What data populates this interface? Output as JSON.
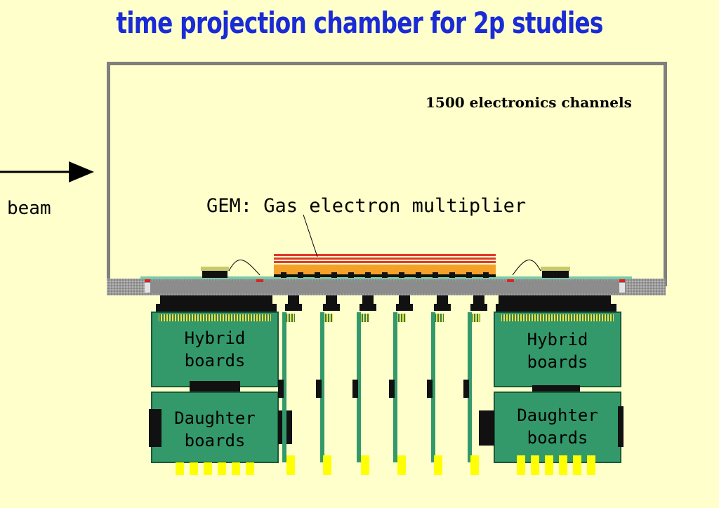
{
  "title": "time projection chamber for 2p studies",
  "chamber": {
    "channels_label": "1500 electronics channels",
    "gem_label": "GEM: Gas electron multiplier"
  },
  "beam": {
    "label": "beam"
  },
  "boards": {
    "hybrid_left": [
      "Hybrid",
      "boards"
    ],
    "hybrid_right": [
      "Hybrid",
      "boards"
    ],
    "daughter_left": [
      "Daughter",
      "boards"
    ],
    "daughter_right": [
      "Daughter",
      "boards"
    ]
  },
  "colors": {
    "title": "#1a2bd6",
    "background": "#ffffcc",
    "board_green": "#33996b",
    "gem_red": "#e03a2a",
    "gem_orange": "#f4a12a",
    "connector_yellow": "#ffff00",
    "frame_gray": "#7f7f7f"
  }
}
